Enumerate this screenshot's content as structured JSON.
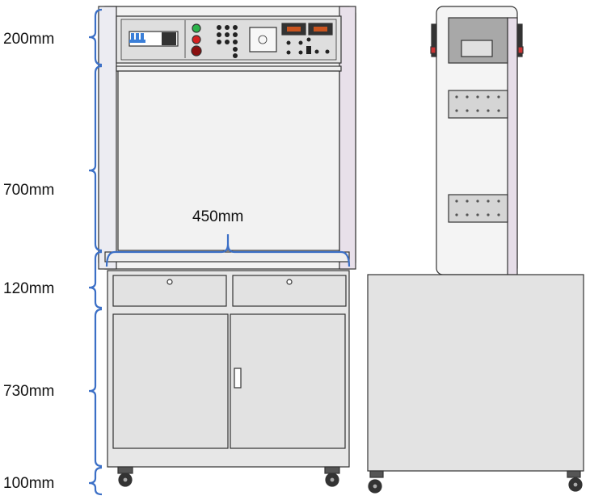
{
  "dimensions": {
    "top_panel": "200mm",
    "middle_panel": "700mm",
    "width": "450mm",
    "drawer": "120mm",
    "cabinet": "730mm",
    "casters": "100mm"
  },
  "colors": {
    "bracket": "#3b6fc6",
    "frame": "#ededed",
    "panel": "#d9d9d9",
    "outline": "#333333"
  }
}
